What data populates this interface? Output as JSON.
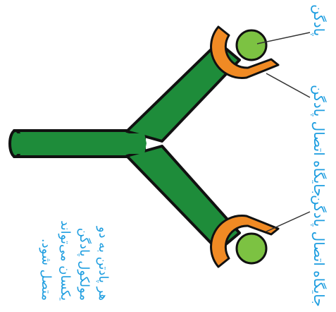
{
  "labels": {
    "antigen": "پادگن",
    "binding_site_top": "جایگاه اتصال پادگن",
    "binding_site_bottom": "جایگاه اتصال پادگن"
  },
  "note": {
    "lines": [
      "هر پادتن به دو",
      "مولکول پادگن",
      "یکسان می‌تواند",
      "متصل شود."
    ]
  },
  "colors": {
    "antibody_fill": "#1e8c3a",
    "outline": "#111111",
    "binding_site": "#f08a24",
    "antigen": "#7cc242",
    "text": "#1f9ee0"
  }
}
